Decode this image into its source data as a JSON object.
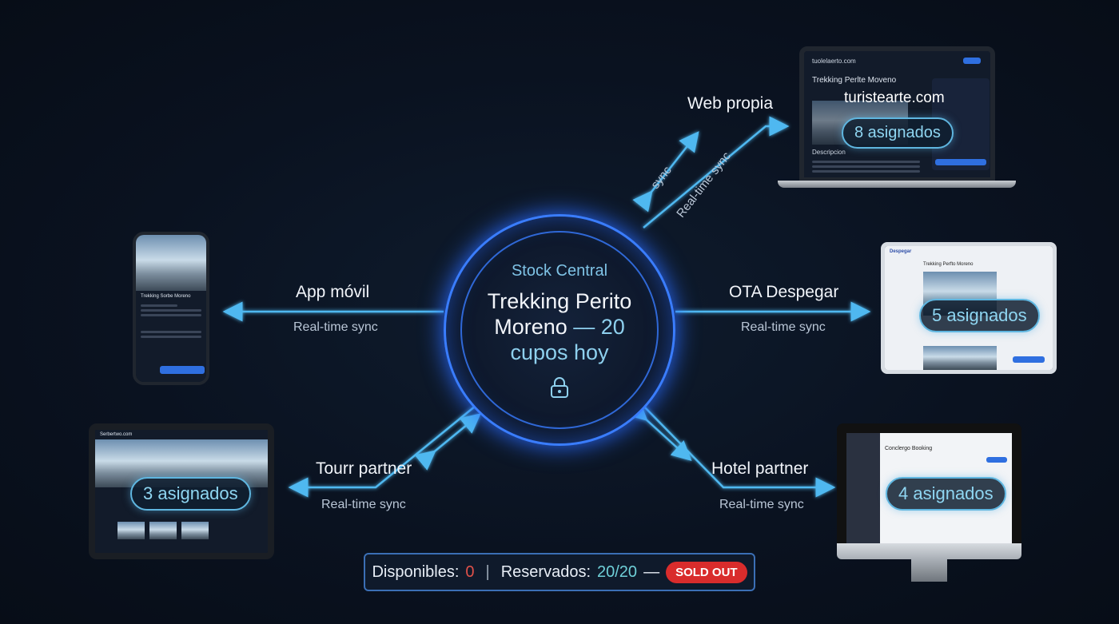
{
  "hub": {
    "kicker": "Stock Central",
    "title_1": "Trekking Perito",
    "title_2": "Moreno",
    "title_dash": " — 20",
    "title_3": "cupos hoy",
    "icon": "lock-icon"
  },
  "channels": {
    "web": {
      "label": "Web propia",
      "sync_a": "sync",
      "sync_b": "Real-time sync",
      "site": "turistearte.com",
      "assigned": "8 asignados",
      "screen_brand": "tuolelaerto.com",
      "screen_title": "Trekking Perlte Moveno",
      "screen_section": "Descripcion"
    },
    "app": {
      "label": "App móvil",
      "sync": "Real-time sync",
      "screen_title": "Trekking Sorbe Moreno"
    },
    "ota": {
      "label": "OTA Despegar",
      "sync": "Real-time sync",
      "assigned": "5 asignados",
      "screen_brand": "Despegar",
      "screen_title": "Trekking Perfto Moreno"
    },
    "tour": {
      "label": "Tourr partner",
      "sync": "Real-time sync",
      "assigned": "3 asignados",
      "screen_brand": "Serbertwo.com"
    },
    "hotel": {
      "label": "Hotel partner",
      "sync": "Real-time sync",
      "assigned": "4 asignados",
      "screen_title": "Conclergo Booking"
    }
  },
  "status": {
    "available_label": "Disponibles:",
    "available_value": "0",
    "separator": "|",
    "reserved_label": "Reservados:",
    "reserved_value": "20/20",
    "dash": "—",
    "badge": "SOLD OUT"
  },
  "colors": {
    "accent": "#3a7dff",
    "arrow": "#4fb8f0",
    "sold_out": "#d92c2c",
    "available": "#e0514a",
    "reserved": "#6fd0d8"
  }
}
